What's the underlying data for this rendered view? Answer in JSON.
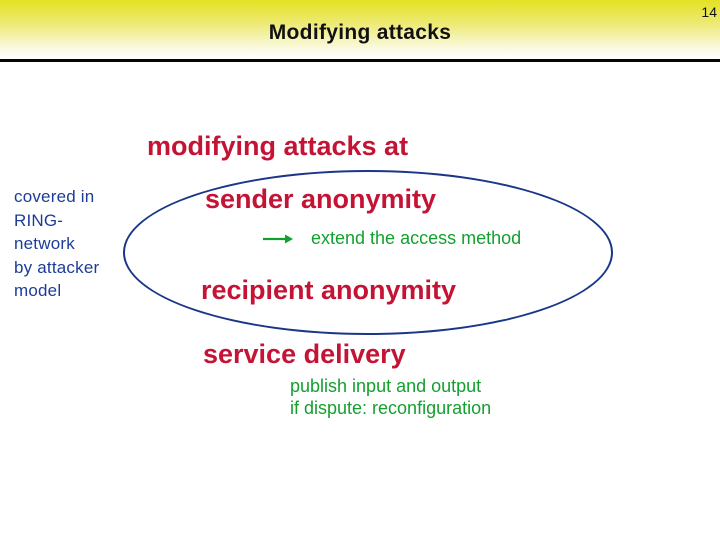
{
  "slide": {
    "page_number": "14",
    "title": "Modifying attacks",
    "heading": "modifying attacks at",
    "side_note": {
      "lines": [
        "covered in",
        "RING-",
        "network",
        "by attacker",
        "model"
      ]
    },
    "ellipse": {
      "sender_label": "sender anonymity",
      "recipient_label": "recipient anonymity",
      "arrow_icon": "right-arrow",
      "arrow_note": "extend the access method"
    },
    "service_label": "service delivery",
    "service_notes": {
      "line1": "publish input and output",
      "line2": "if dispute: reconfiguration"
    },
    "colors": {
      "accent_red": "#c41334",
      "accent_green": "#14a02f",
      "navy": "#1d3c96",
      "ellipse_blue": "#1a3688",
      "header_yellow": "#e4e122"
    }
  }
}
